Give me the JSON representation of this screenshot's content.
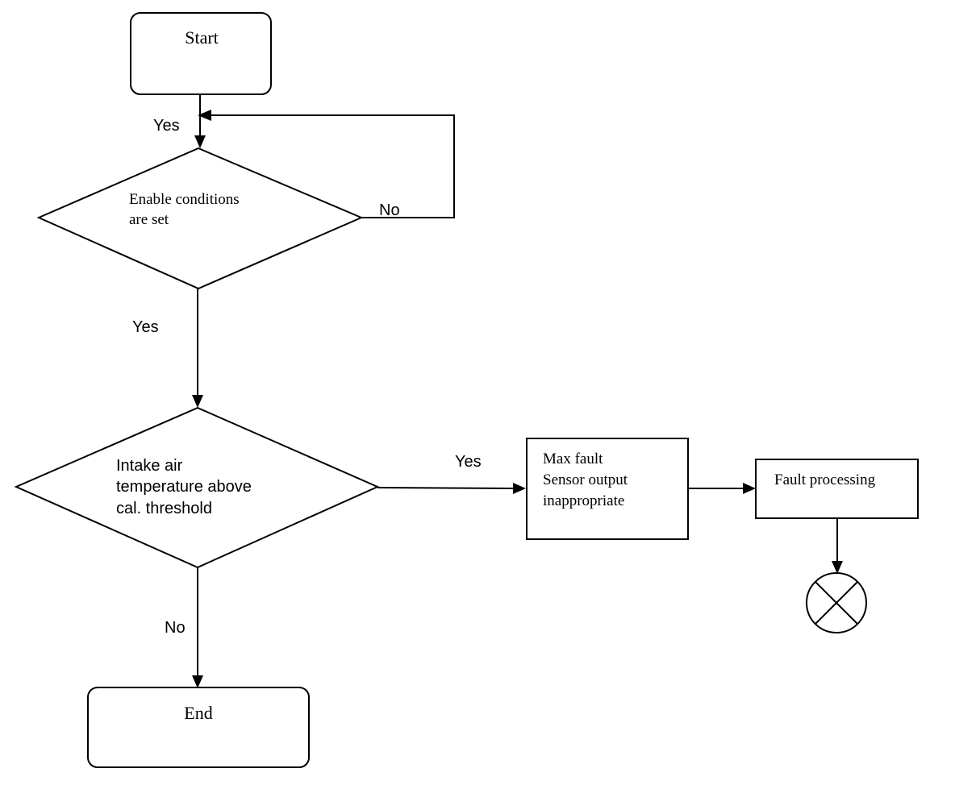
{
  "nodes": {
    "start": {
      "label": "Start"
    },
    "enable_conditions": {
      "lines": [
        "Enable conditions",
        "are set"
      ]
    },
    "intake_air": {
      "lines": [
        "Intake air",
        "temperature above",
        "cal. threshold"
      ]
    },
    "max_fault": {
      "lines": [
        "Max fault",
        "Sensor output",
        "inappropriate"
      ]
    },
    "fault_processing": {
      "label": "Fault processing"
    },
    "end": {
      "label": "End"
    }
  },
  "edge_labels": {
    "loop_yes": "Yes",
    "enable_no": "No",
    "enable_yes": "Yes",
    "intake_yes": "Yes",
    "intake_no": "No"
  },
  "colors": {
    "stroke": "#000000",
    "background": "#ffffff"
  },
  "icons": {
    "terminator": "circle-x-icon"
  }
}
